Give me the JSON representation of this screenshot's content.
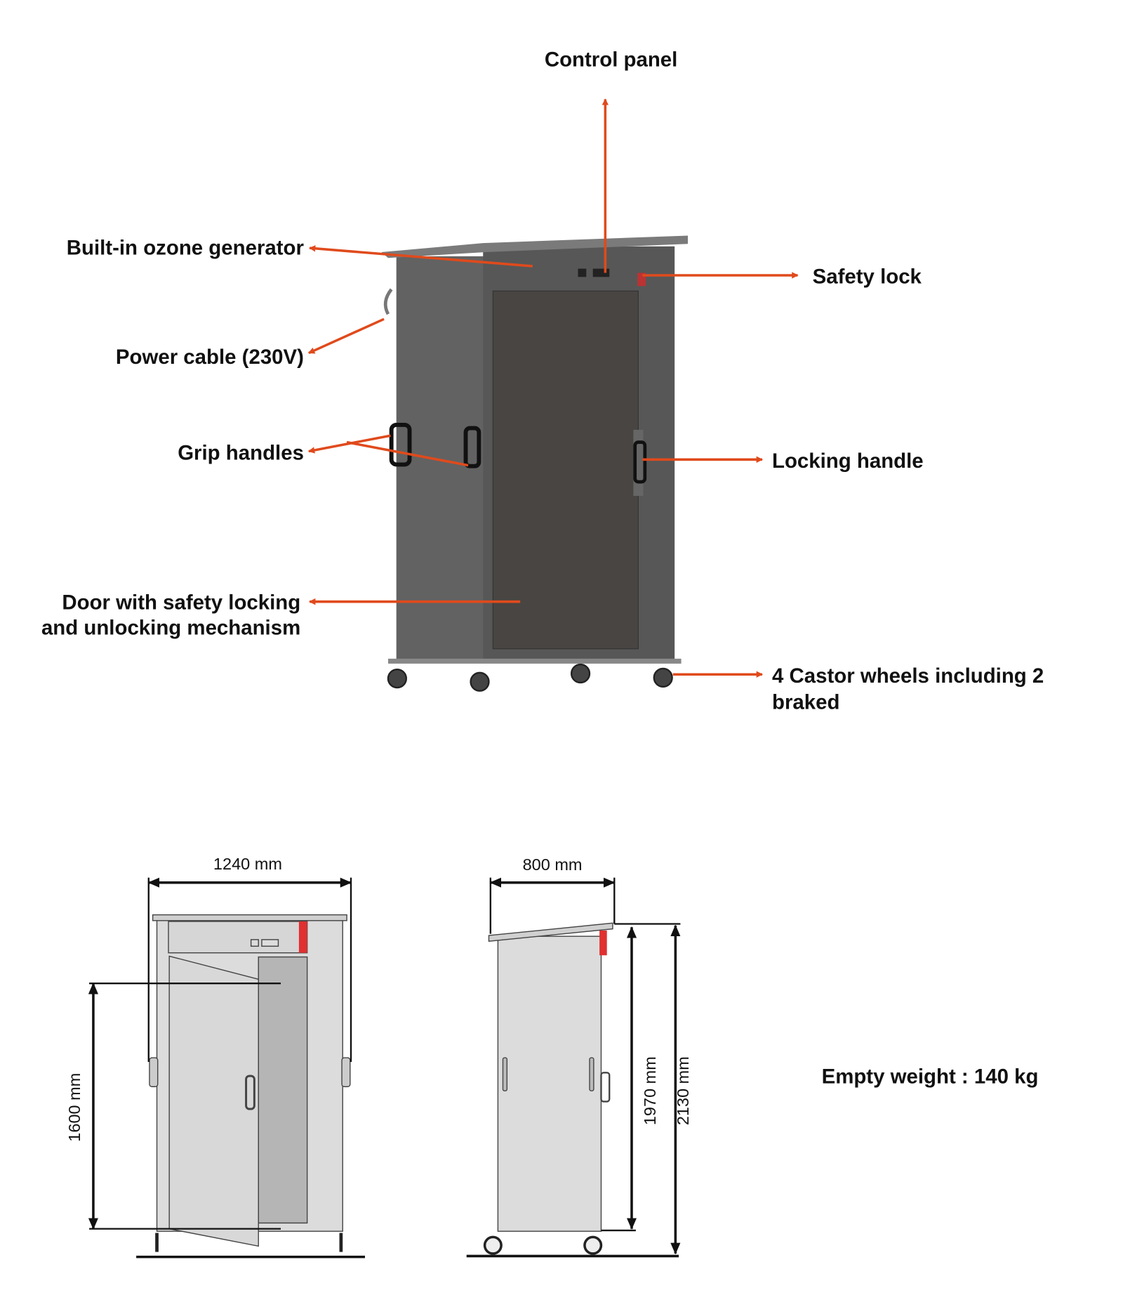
{
  "labels": {
    "control_panel": "Control panel",
    "ozone_generator": "Built-in ozone generator",
    "safety_lock": "Safety lock",
    "power_cable": "Power cable (230V)",
    "grip_handles": "Grip handles",
    "locking_handle": "Locking handle",
    "door_line1": "Door with safety locking",
    "door_line2": "and unlocking mechanism",
    "castor_line1": "4 Castor wheels including 2",
    "castor_line2": "braked"
  },
  "dimensions": {
    "width": "1240 mm",
    "depth": "800 mm",
    "door_height": "1600 mm",
    "body_height": "1970 mm",
    "total_height": "2130 mm"
  },
  "weight": "Empty weight : 140 kg",
  "colors": {
    "arrow": "#e04a1c",
    "cabinet": "#5c5c5c",
    "door": "#4a4643",
    "drawing": "#dcdcdc",
    "accent_red": "#e03030"
  }
}
